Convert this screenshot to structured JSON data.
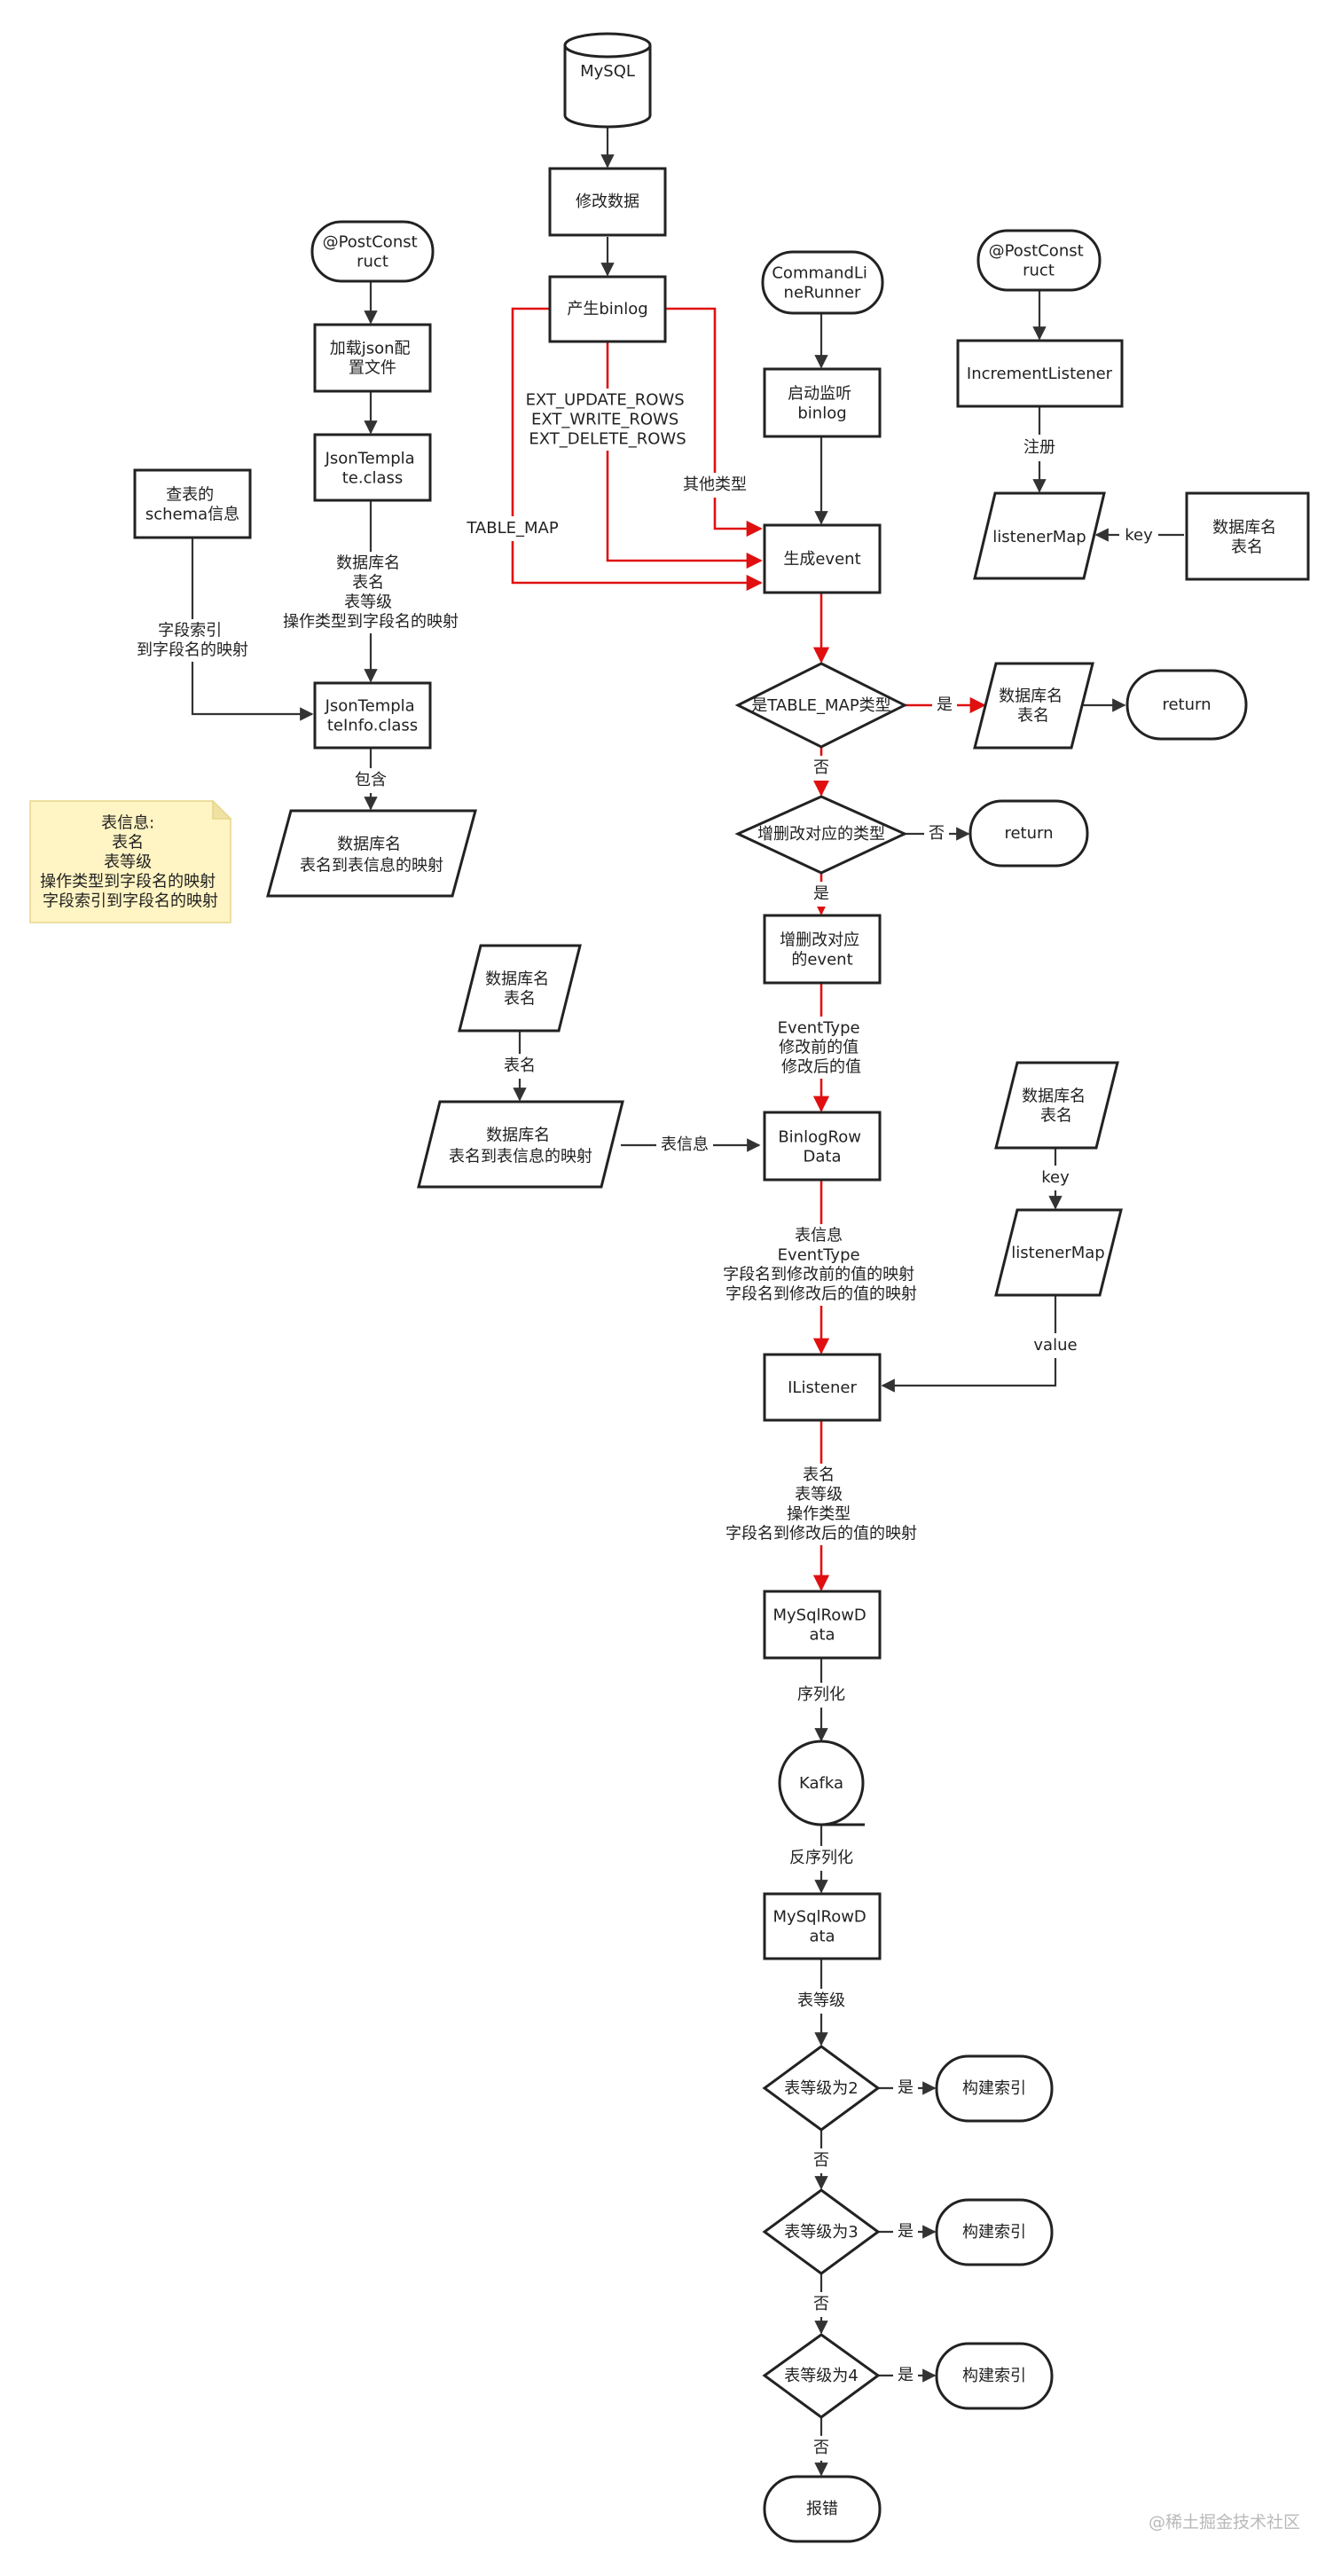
{
  "nodes": {
    "mysql": [
      "MySQL"
    ],
    "modify_data": [
      "修改数据"
    ],
    "gen_binlog": [
      "产生binlog"
    ],
    "postconstruct_1": [
      "@PostConst",
      "ruct"
    ],
    "load_json": [
      "加载json配",
      "置文件"
    ],
    "json_template": [
      "JsonTempla",
      "te.class"
    ],
    "schema_info": [
      "查表的",
      "schema信息"
    ],
    "json_template_info": [
      "JsonTempla",
      "teInfo.class"
    ],
    "db_table_map_1": [
      "数据库名",
      "表名到表信息的映射"
    ],
    "note": [
      "表信息:",
      "表名",
      "表等级",
      "操作类型到字段名的映射",
      "字段索引到字段名的映射"
    ],
    "cmd_runner": [
      "CommandLi",
      "neRunner"
    ],
    "start_listen": [
      "启动监听",
      "binlog"
    ],
    "gen_event": [
      "生成event"
    ],
    "postconstruct_2": [
      "@PostConst",
      "ruct"
    ],
    "increment_listener": [
      "IncrementListener"
    ],
    "listener_map_1": [
      "listenerMap"
    ],
    "db_table_1": [
      "数据库名",
      "表名"
    ],
    "is_table_map": [
      "是TABLE_MAP类型"
    ],
    "db_table_2": [
      "数据库名",
      "表名"
    ],
    "return_1": [
      "return"
    ],
    "is_crud": [
      "增删改对应的类型"
    ],
    "return_2": [
      "return"
    ],
    "crud_event": [
      "增删改对应",
      "的event"
    ],
    "db_table_3": [
      "数据库名",
      "表名"
    ],
    "db_table_map_2": [
      "数据库名",
      "表名到表信息的映射"
    ],
    "binlog_row": [
      "BinlogRow",
      "Data"
    ],
    "db_table_4": [
      "数据库名",
      "表名"
    ],
    "listener_map_2": [
      "listenerMap"
    ],
    "ilistener": [
      "IListener"
    ],
    "mysql_row_1": [
      "MySqlRowD",
      "ata"
    ],
    "kafka": [
      "Kafka"
    ],
    "mysql_row_2": [
      "MySqlRowD",
      "ata"
    ],
    "level_2": [
      "表等级为2"
    ],
    "build_idx_1": [
      "构建索引"
    ],
    "level_3": [
      "表等级为3"
    ],
    "build_idx_2": [
      "构建索引"
    ],
    "level_4": [
      "表等级为4"
    ],
    "build_idx_3": [
      "构建索引"
    ],
    "error": [
      "报错"
    ]
  },
  "edge_labels": {
    "register": [
      "注册"
    ],
    "key_1": [
      "key"
    ],
    "table_map": [
      "TABLE_MAP"
    ],
    "ext_rows": [
      "EXT_UPDATE_ROWS",
      "EXT_WRITE_ROWS",
      "EXT_DELETE_ROWS"
    ],
    "other_types": [
      "其他类型"
    ],
    "tpl_fields": [
      "数据库名",
      "表名",
      "表等级",
      "操作类型到字段名的映射"
    ],
    "field_index": [
      "字段索引",
      "到字段名的映射"
    ],
    "contains": [
      "包含"
    ],
    "yes_1": [
      "是"
    ],
    "no_1": [
      "否"
    ],
    "no_2": [
      "否"
    ],
    "yes_2": [
      "是"
    ],
    "event_vals": [
      "EventType",
      "修改前的值",
      "修改后的值"
    ],
    "table_name": [
      "表名"
    ],
    "table_info": [
      "表信息"
    ],
    "key_2": [
      "key"
    ],
    "value": [
      "value"
    ],
    "row_fields": [
      "表信息",
      "EventType",
      "字段名到修改前的值的映射",
      "字段名到修改后的值的映射"
    ],
    "listener_fields": [
      "表名",
      "表等级",
      "操作类型",
      "字段名到修改后的值的映射"
    ],
    "serialize": [
      "序列化"
    ],
    "deserialize": [
      "反序列化"
    ],
    "table_level": [
      "表等级"
    ],
    "yes_3": [
      "是"
    ],
    "no_3": [
      "否"
    ],
    "yes_4": [
      "是"
    ],
    "no_4": [
      "否"
    ],
    "yes_5": [
      "是"
    ],
    "no_5": [
      "否"
    ]
  },
  "watermark": "@稀土掘金技术社区",
  "colors": {
    "stroke": "#222222",
    "edge": "#333333",
    "highlight": "#e01010",
    "note_fill": "#fff4c3"
  }
}
